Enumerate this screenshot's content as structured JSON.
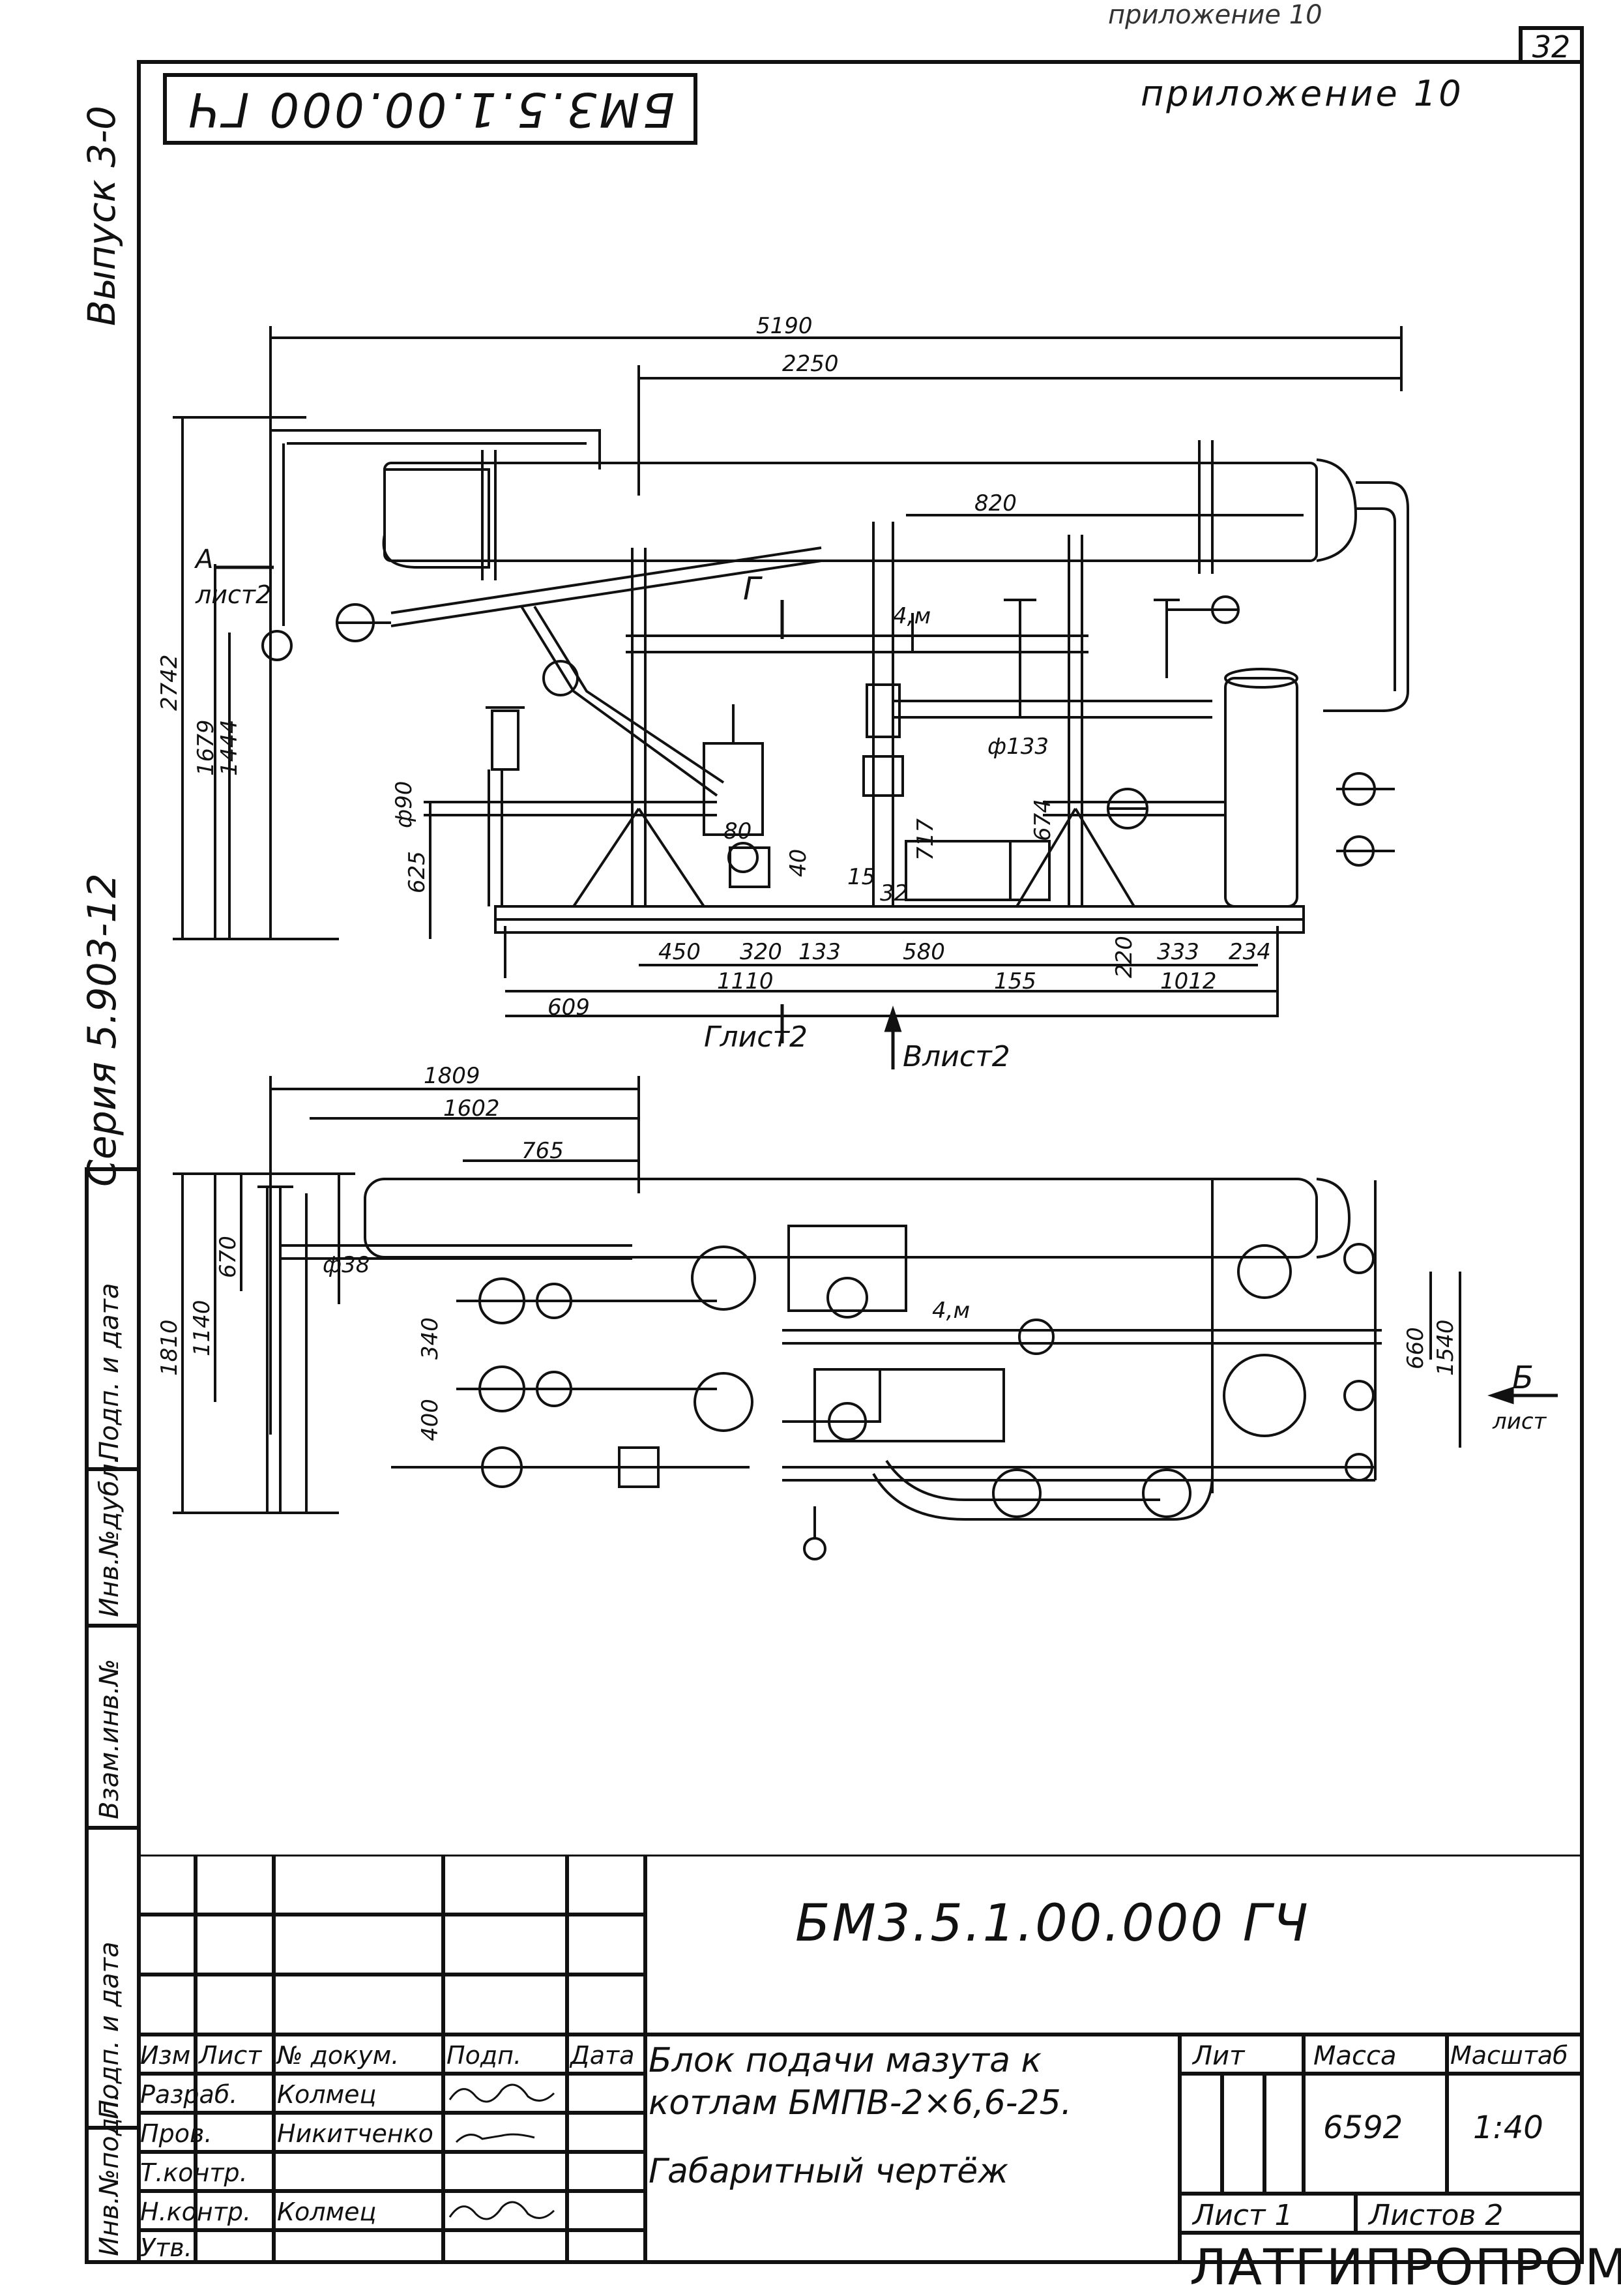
{
  "page": {
    "top_cut_text": "приложение 10",
    "sheet_number": "32",
    "appendix_label": "приложение 10",
    "rotated_code": "БМ3.5.1.00.000 ГЧ"
  },
  "margin": {
    "issue": "Выпуск 3-0",
    "series": "Серия 5.903-12",
    "stamp_cols": [
      "Инв.№подл.",
      "Подп. и дата",
      "Взам.инв.№",
      "Инв.№дубл.",
      "Подп. и дата"
    ]
  },
  "drawing": {
    "front_view_dims": {
      "d5190": "5190",
      "d2250": "2250",
      "d820": "820",
      "d2742": "2742",
      "d1679": "1679",
      "d1444": "1444",
      "d625": "625",
      "phi90": "ф90",
      "d80": "80",
      "d450": "450",
      "d320": "320",
      "d133": "133",
      "d580": "580",
      "d155": "155",
      "d220": "220",
      "d333": "333",
      "d234": "234",
      "d609": "609",
      "d1110": "1110",
      "d1012": "1012",
      "d717": "717",
      "d674": "674",
      "d15": "15",
      "d32": "32",
      "phi133": "ф133",
      "d40": "40",
      "phi4m": "4,м"
    },
    "section_marks": {
      "a_label": "А",
      "a_sheet": "лист2",
      "g_label": "Г",
      "g_sheet": "Глист2",
      "v_sheet": "Влист2",
      "b_label": "Б",
      "b_sheet": "лист"
    },
    "plan_view_dims": {
      "d1809": "1809",
      "d1602": "1602",
      "d765": "765",
      "d1810": "1810",
      "d1140": "1140",
      "d670": "670",
      "phi38": "ф38",
      "d340": "340",
      "d400": "400",
      "d660": "660",
      "d1540": "1540",
      "phi4m": "4,м"
    }
  },
  "title_block": {
    "doc_code": "БМ3.5.1.00.000 ГЧ",
    "headers": {
      "izm": "Изм",
      "list": "Лист",
      "doc_no": "№ докум.",
      "sign": "Подп.",
      "date": "Дата"
    },
    "rows": [
      {
        "role": "Разраб.",
        "name": "Колмец"
      },
      {
        "role": "Пров.",
        "name": "Никитченко"
      },
      {
        "role": "Т.контр.",
        "name": ""
      },
      {
        "role": "Н.контр.",
        "name": "Колмец"
      },
      {
        "role": "Утв.",
        "name": ""
      }
    ],
    "title_line1": "Блок подачи мазута к",
    "title_line2": "котлам БМПВ-2×6,6-25.",
    "title_line3": "Габаритный чертёж",
    "lit_label": "Лит",
    "mass_label": "Масса",
    "scale_label": "Масштаб",
    "mass_value": "6592",
    "scale_value": "1:40",
    "sheet_label": "Лист 1",
    "sheets_label": "Листов 2",
    "org": "ЛАТГИПРОПРОМ"
  }
}
